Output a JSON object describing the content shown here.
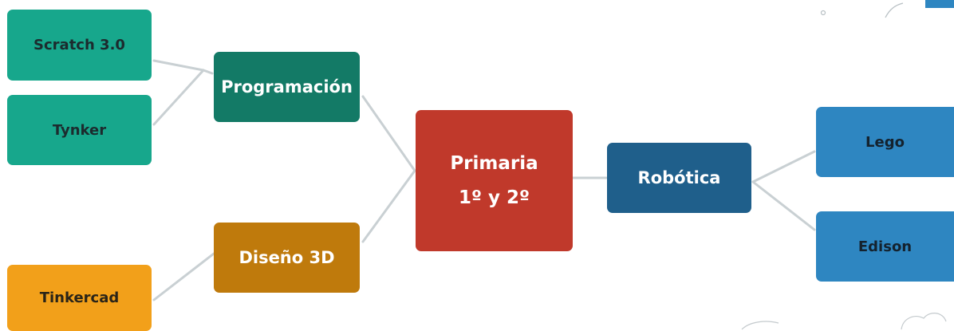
{
  "diagram": {
    "center": {
      "line1": "Primaria",
      "line2": "1º y 2º"
    },
    "branches": {
      "programacion": {
        "label": "Programación",
        "children": [
          "Scratch 3.0",
          "Tynker"
        ]
      },
      "diseno": {
        "label": "Diseño 3D",
        "children": [
          "Tinkercad"
        ]
      },
      "robotica": {
        "label": "Robótica",
        "children": [
          "Lego",
          "Edison"
        ]
      }
    }
  },
  "colors": {
    "center": "#c0392b",
    "programacion": "#137a66",
    "scratch_tynker": "#17a78c",
    "diseno": "#bf7a0c",
    "tinkercad": "#f2a01a",
    "robotica": "#1f5f8b",
    "lego_edison": "#2e86c1",
    "connector": "#c9d0d3"
  }
}
